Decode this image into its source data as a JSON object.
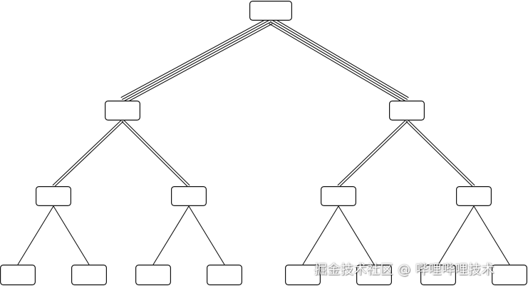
{
  "diagram": {
    "type": "tree",
    "levels": 4,
    "branching": 2,
    "edge_line_counts_by_depth": [
      4,
      2,
      1
    ],
    "node_count": 15
  },
  "watermark": {
    "text": "掘金技术社区 @ 哔哩哔哩技术"
  }
}
